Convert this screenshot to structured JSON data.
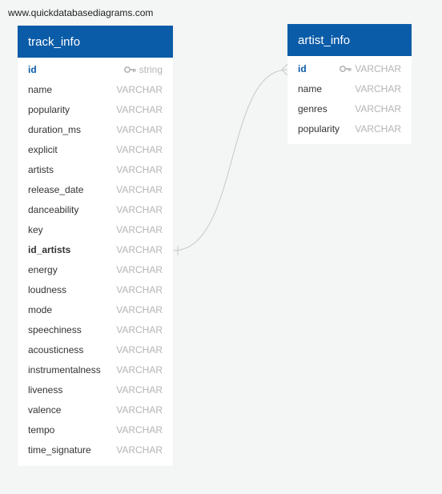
{
  "watermark": "www.quickdatabasediagrams.com",
  "tables": {
    "track_info": {
      "title": "track_info",
      "columns": [
        {
          "name": "id",
          "type": "string",
          "pk": true
        },
        {
          "name": "name",
          "type": "VARCHAR"
        },
        {
          "name": "popularity",
          "type": "VARCHAR"
        },
        {
          "name": "duration_ms",
          "type": "VARCHAR"
        },
        {
          "name": "explicit",
          "type": "VARCHAR"
        },
        {
          "name": "artists",
          "type": "VARCHAR"
        },
        {
          "name": "release_date",
          "type": "VARCHAR"
        },
        {
          "name": "danceability",
          "type": "VARCHAR"
        },
        {
          "name": "key",
          "type": "VARCHAR"
        },
        {
          "name": "id_artists",
          "type": "VARCHAR",
          "fk": true
        },
        {
          "name": "energy",
          "type": "VARCHAR"
        },
        {
          "name": "loudness",
          "type": "VARCHAR"
        },
        {
          "name": "mode",
          "type": "VARCHAR"
        },
        {
          "name": "speechiness",
          "type": "VARCHAR"
        },
        {
          "name": "acousticness",
          "type": "VARCHAR"
        },
        {
          "name": "instrumentalness",
          "type": "VARCHAR"
        },
        {
          "name": "liveness",
          "type": "VARCHAR"
        },
        {
          "name": "valence",
          "type": "VARCHAR"
        },
        {
          "name": "tempo",
          "type": "VARCHAR"
        },
        {
          "name": "time_signature",
          "type": "VARCHAR"
        }
      ]
    },
    "artist_info": {
      "title": "artist_info",
      "columns": [
        {
          "name": "id",
          "type": "VARCHAR",
          "pk": true
        },
        {
          "name": "name",
          "type": "VARCHAR"
        },
        {
          "name": "genres",
          "type": "VARCHAR"
        },
        {
          "name": "popularity",
          "type": "VARCHAR"
        }
      ]
    }
  },
  "colors": {
    "header": "#0b5ca8",
    "background": "#f4f5f5",
    "type_text": "#b5b5b5",
    "key_icon": "#b5b5b5",
    "relationship_line": "#c8c8c8"
  }
}
